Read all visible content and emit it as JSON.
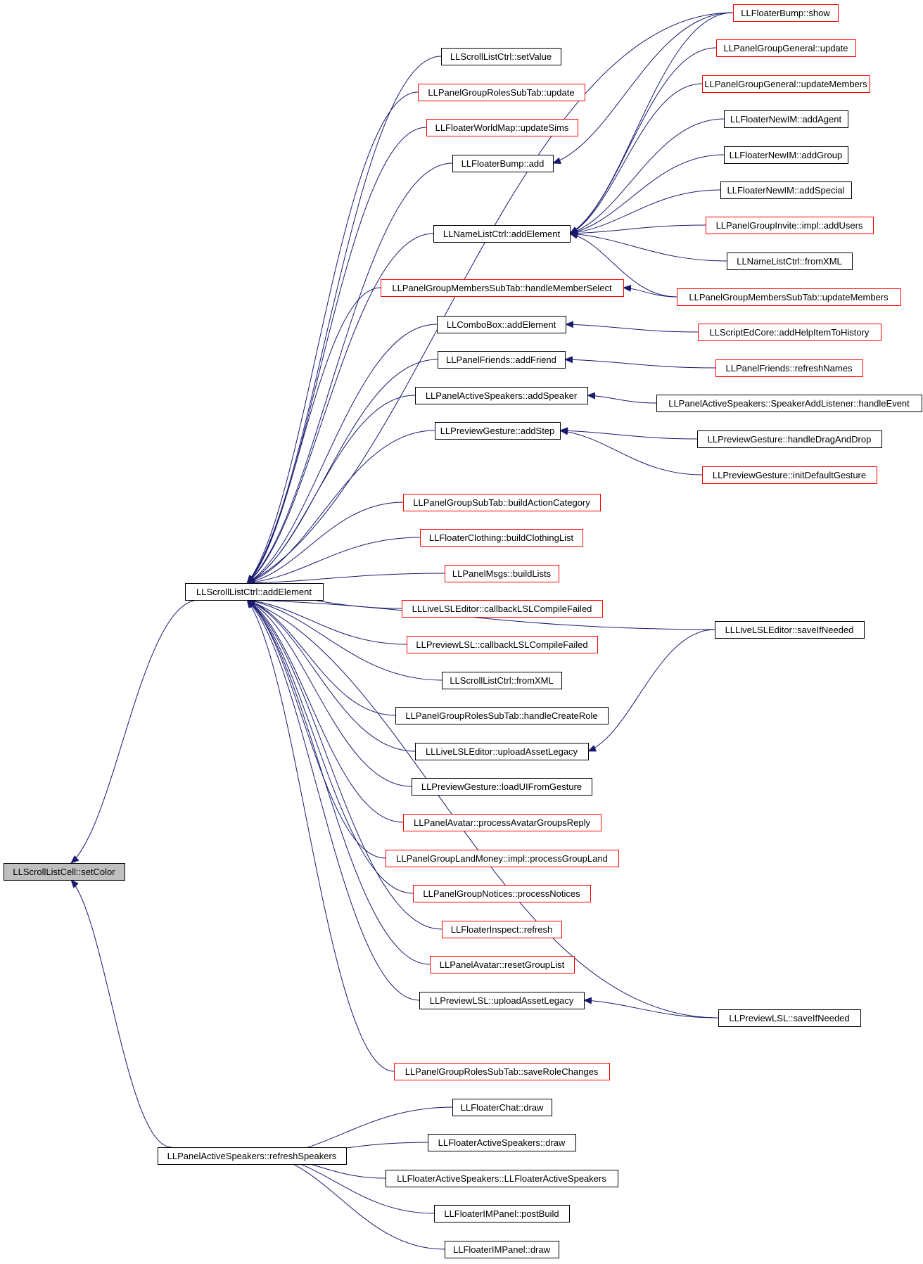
{
  "diagram": {
    "colors": {
      "edge": "#191970",
      "arrowhead": "#191970",
      "node_border": "#000000",
      "node_border_truncated": "#ff0000",
      "root_fill": "#bfbfbf",
      "node_fill": "#ffffff"
    },
    "nodes": [
      {
        "id": "root",
        "label": "LLScrollListCell::setColor",
        "kind": "root"
      },
      {
        "id": "addElement",
        "label": "LLScrollListCtrl::addElement",
        "kind": "normal"
      },
      {
        "id": "refreshSpeakers",
        "label": "LLPanelActiveSpeakers::refreshSpeakers",
        "kind": "normal"
      },
      {
        "id": "setValue",
        "label": "LLScrollListCtrl::setValue",
        "kind": "normal"
      },
      {
        "id": "rolesSubTabUpdate",
        "label": "LLPanelGroupRolesSubTab::update",
        "kind": "truncated"
      },
      {
        "id": "worldMapUpdateSims",
        "label": "LLFloaterWorldMap::updateSims",
        "kind": "truncated"
      },
      {
        "id": "bumpAdd",
        "label": "LLFloaterBump::add",
        "kind": "normal"
      },
      {
        "id": "nameListAddElement",
        "label": "LLNameListCtrl::addElement",
        "kind": "normal"
      },
      {
        "id": "handleMemberSelect",
        "label": "LLPanelGroupMembersSubTab::handleMemberSelect",
        "kind": "truncated"
      },
      {
        "id": "comboAddElement",
        "label": "LLComboBox::addElement",
        "kind": "normal"
      },
      {
        "id": "addFriend",
        "label": "LLPanelFriends::addFriend",
        "kind": "normal"
      },
      {
        "id": "addSpeaker",
        "label": "LLPanelActiveSpeakers::addSpeaker",
        "kind": "normal"
      },
      {
        "id": "addStep",
        "label": "LLPreviewGesture::addStep",
        "kind": "normal"
      },
      {
        "id": "buildActionCategory",
        "label": "LLPanelGroupSubTab::buildActionCategory",
        "kind": "truncated"
      },
      {
        "id": "buildClothingList",
        "label": "LLFloaterClothing::buildClothingList",
        "kind": "truncated"
      },
      {
        "id": "buildLists",
        "label": "LLPanelMsgs::buildLists",
        "kind": "truncated"
      },
      {
        "id": "liveCompileFailed",
        "label": "LLLiveLSLEditor::callbackLSLCompileFailed",
        "kind": "truncated"
      },
      {
        "id": "previewCompileFailed",
        "label": "LLPreviewLSL::callbackLSLCompileFailed",
        "kind": "truncated"
      },
      {
        "id": "scrollFromXML",
        "label": "LLScrollListCtrl::fromXML",
        "kind": "normal"
      },
      {
        "id": "handleCreateRole",
        "label": "LLPanelGroupRolesSubTab::handleCreateRole",
        "kind": "normal"
      },
      {
        "id": "liveUploadAsset",
        "label": "LLLiveLSLEditor::uploadAssetLegacy",
        "kind": "normal"
      },
      {
        "id": "loadUIFromGesture",
        "label": "LLPreviewGesture::loadUIFromGesture",
        "kind": "normal"
      },
      {
        "id": "processAvatarGroupsReply",
        "label": "LLPanelAvatar::processAvatarGroupsReply",
        "kind": "truncated"
      },
      {
        "id": "processGroupLand",
        "label": "LLPanelGroupLandMoney::impl::processGroupLand",
        "kind": "truncated"
      },
      {
        "id": "processNotices",
        "label": "LLPanelGroupNotices::processNotices",
        "kind": "truncated"
      },
      {
        "id": "inspectRefresh",
        "label": "LLFloaterInspect::refresh",
        "kind": "truncated"
      },
      {
        "id": "resetGroupList",
        "label": "LLPanelAvatar::resetGroupList",
        "kind": "truncated"
      },
      {
        "id": "previewUploadAsset",
        "label": "LLPreviewLSL::uploadAssetLegacy",
        "kind": "normal"
      },
      {
        "id": "saveRoleChanges",
        "label": "LLPanelGroupRolesSubTab::saveRoleChanges",
        "kind": "truncated"
      },
      {
        "id": "bumpShow",
        "label": "LLFloaterBump::show",
        "kind": "truncated"
      },
      {
        "id": "generalUpdate",
        "label": "LLPanelGroupGeneral::update",
        "kind": "truncated"
      },
      {
        "id": "generalUpdateMembers",
        "label": "LLPanelGroupGeneral::updateMembers",
        "kind": "truncated"
      },
      {
        "id": "newIMAddAgent",
        "label": "LLFloaterNewIM::addAgent",
        "kind": "normal"
      },
      {
        "id": "newIMAddGroup",
        "label": "LLFloaterNewIM::addGroup",
        "kind": "normal"
      },
      {
        "id": "newIMAddSpecial",
        "label": "LLFloaterNewIM::addSpecial",
        "kind": "normal"
      },
      {
        "id": "inviteAddUsers",
        "label": "LLPanelGroupInvite::impl::addUsers",
        "kind": "truncated"
      },
      {
        "id": "nameListFromXML",
        "label": "LLNameListCtrl::fromXML",
        "kind": "normal"
      },
      {
        "id": "membersUpdateMembers",
        "label": "LLPanelGroupMembersSubTab::updateMembers",
        "kind": "truncated"
      },
      {
        "id": "addHelpItem",
        "label": "LLScriptEdCore::addHelpItemToHistory",
        "kind": "truncated"
      },
      {
        "id": "refreshNames",
        "label": "LLPanelFriends::refreshNames",
        "kind": "truncated"
      },
      {
        "id": "speakerHandleEvent",
        "label": "LLPanelActiveSpeakers::SpeakerAddListener::handleEvent",
        "kind": "normal"
      },
      {
        "id": "handleDragAndDrop",
        "label": "LLPreviewGesture::handleDragAndDrop",
        "kind": "normal"
      },
      {
        "id": "initDefaultGesture",
        "label": "LLPreviewGesture::initDefaultGesture",
        "kind": "truncated"
      },
      {
        "id": "liveSaveIfNeeded",
        "label": "LLLiveLSLEditor::saveIfNeeded",
        "kind": "normal"
      },
      {
        "id": "previewSaveIfNeeded",
        "label": "LLPreviewLSL::saveIfNeeded",
        "kind": "normal"
      },
      {
        "id": "chatDraw",
        "label": "LLFloaterChat::draw",
        "kind": "normal"
      },
      {
        "id": "activeSpeakersDraw",
        "label": "LLFloaterActiveSpeakers::draw",
        "kind": "normal"
      },
      {
        "id": "activeSpeakersCtor",
        "label": "LLFloaterActiveSpeakers::LLFloaterActiveSpeakers",
        "kind": "normal"
      },
      {
        "id": "imPostBuild",
        "label": "LLFloaterIMPanel::postBuild",
        "kind": "normal"
      },
      {
        "id": "imDraw",
        "label": "LLFloaterIMPanel::draw",
        "kind": "normal"
      }
    ],
    "edges": [
      {
        "from": "addElement",
        "to": "root"
      },
      {
        "from": "refreshSpeakers",
        "to": "root"
      },
      {
        "from": "setValue",
        "to": "addElement"
      },
      {
        "from": "rolesSubTabUpdate",
        "to": "addElement"
      },
      {
        "from": "worldMapUpdateSims",
        "to": "addElement"
      },
      {
        "from": "bumpAdd",
        "to": "addElement"
      },
      {
        "from": "nameListAddElement",
        "to": "addElement"
      },
      {
        "from": "handleMemberSelect",
        "to": "addElement"
      },
      {
        "from": "comboAddElement",
        "to": "addElement"
      },
      {
        "from": "addFriend",
        "to": "addElement"
      },
      {
        "from": "addSpeaker",
        "to": "addElement"
      },
      {
        "from": "addStep",
        "to": "addElement"
      },
      {
        "from": "buildActionCategory",
        "to": "addElement"
      },
      {
        "from": "buildClothingList",
        "to": "addElement"
      },
      {
        "from": "buildLists",
        "to": "addElement"
      },
      {
        "from": "liveCompileFailed",
        "to": "addElement"
      },
      {
        "from": "previewCompileFailed",
        "to": "addElement"
      },
      {
        "from": "scrollFromXML",
        "to": "addElement"
      },
      {
        "from": "handleCreateRole",
        "to": "addElement"
      },
      {
        "from": "liveUploadAsset",
        "to": "addElement"
      },
      {
        "from": "loadUIFromGesture",
        "to": "addElement"
      },
      {
        "from": "processAvatarGroupsReply",
        "to": "addElement"
      },
      {
        "from": "processGroupLand",
        "to": "addElement"
      },
      {
        "from": "processNotices",
        "to": "addElement"
      },
      {
        "from": "inspectRefresh",
        "to": "addElement"
      },
      {
        "from": "resetGroupList",
        "to": "addElement"
      },
      {
        "from": "previewUploadAsset",
        "to": "addElement"
      },
      {
        "from": "saveRoleChanges",
        "to": "addElement"
      },
      {
        "from": "bumpShow",
        "to": "addElement"
      },
      {
        "from": "liveSaveIfNeeded",
        "to": "addElement"
      },
      {
        "from": "previewSaveIfNeeded",
        "to": "addElement"
      },
      {
        "from": "bumpShow",
        "to": "bumpAdd"
      },
      {
        "from": "bumpShow",
        "to": "nameListAddElement"
      },
      {
        "from": "generalUpdate",
        "to": "nameListAddElement"
      },
      {
        "from": "generalUpdateMembers",
        "to": "nameListAddElement"
      },
      {
        "from": "newIMAddAgent",
        "to": "nameListAddElement"
      },
      {
        "from": "newIMAddGroup",
        "to": "nameListAddElement"
      },
      {
        "from": "newIMAddSpecial",
        "to": "nameListAddElement"
      },
      {
        "from": "inviteAddUsers",
        "to": "nameListAddElement"
      },
      {
        "from": "nameListFromXML",
        "to": "nameListAddElement"
      },
      {
        "from": "membersUpdateMembers",
        "to": "nameListAddElement"
      },
      {
        "from": "membersUpdateMembers",
        "to": "handleMemberSelect"
      },
      {
        "from": "addHelpItem",
        "to": "comboAddElement"
      },
      {
        "from": "refreshNames",
        "to": "addFriend"
      },
      {
        "from": "speakerHandleEvent",
        "to": "addSpeaker"
      },
      {
        "from": "handleDragAndDrop",
        "to": "addStep"
      },
      {
        "from": "initDefaultGesture",
        "to": "addStep"
      },
      {
        "from": "liveSaveIfNeeded",
        "to": "liveUploadAsset"
      },
      {
        "from": "previewSaveIfNeeded",
        "to": "previewUploadAsset"
      },
      {
        "from": "chatDraw",
        "to": "refreshSpeakers"
      },
      {
        "from": "activeSpeakersDraw",
        "to": "refreshSpeakers"
      },
      {
        "from": "activeSpeakersCtor",
        "to": "refreshSpeakers"
      },
      {
        "from": "imPostBuild",
        "to": "refreshSpeakers"
      },
      {
        "from": "imDraw",
        "to": "refreshSpeakers"
      }
    ]
  }
}
